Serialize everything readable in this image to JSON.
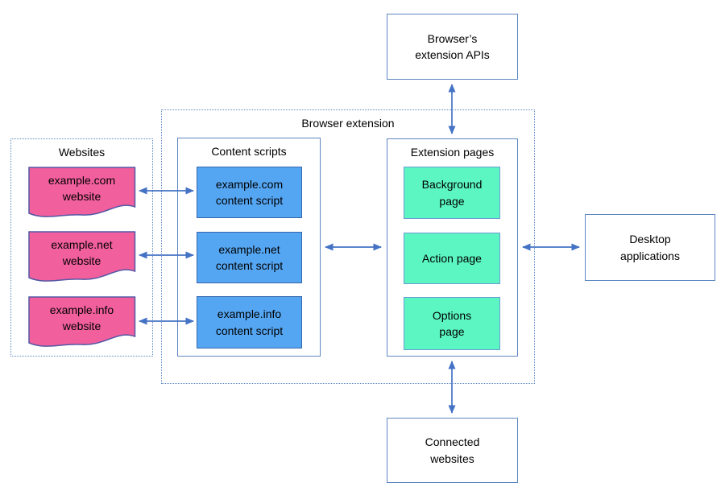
{
  "containers": {
    "browser_extension": {
      "title": "Browser extension"
    },
    "websites": {
      "title": "Websites"
    },
    "content_scripts": {
      "title": "Content scripts"
    },
    "extension_pages": {
      "title": "Extension pages"
    }
  },
  "nodes": {
    "api": {
      "lines": [
        "Browser’s",
        "extension APIs"
      ]
    },
    "desktop": {
      "lines": [
        "Desktop",
        "applications"
      ]
    },
    "connected": {
      "lines": [
        "Connected",
        "websites"
      ]
    }
  },
  "websites": {
    "items": [
      {
        "lines": [
          "example.com",
          "website"
        ]
      },
      {
        "lines": [
          "example.net",
          "website"
        ]
      },
      {
        "lines": [
          "example.info",
          "website"
        ]
      }
    ]
  },
  "scripts": {
    "items": [
      {
        "lines": [
          "example.com",
          "content script"
        ]
      },
      {
        "lines": [
          "example.net",
          "content script"
        ]
      },
      {
        "lines": [
          "example.info",
          "content script"
        ]
      }
    ]
  },
  "pages": {
    "items": [
      {
        "lines": [
          "Background",
          "page"
        ]
      },
      {
        "lines": [
          "Action page"
        ]
      },
      {
        "lines": [
          "Options",
          "page"
        ]
      }
    ]
  },
  "colors": {
    "arrow": "#4472c4",
    "box_border": "#5e87c2",
    "website_fill": "#f25f9d",
    "website_border": "#5458a5",
    "script_fill": "#55a6f2",
    "script_border": "#3767ad",
    "page_fill": "#5bf6c2",
    "page_border": "#6b9bd2",
    "text": "#000000"
  }
}
